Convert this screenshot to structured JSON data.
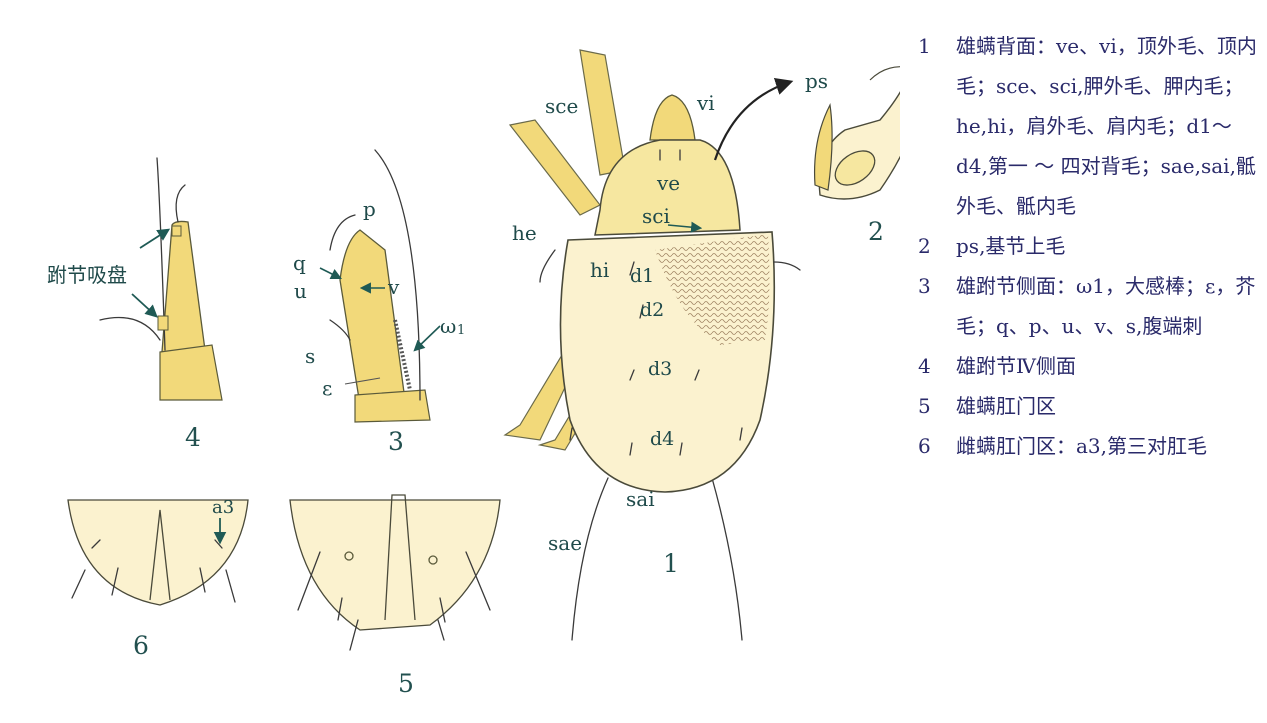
{
  "figure": {
    "panel_numbers": {
      "p1": "1",
      "p2": "2",
      "p3": "3",
      "p4": "4",
      "p5": "5",
      "p6": "6"
    },
    "fig1_labels": {
      "vi": "vi",
      "ve": "ve",
      "sce": "sce",
      "sci": "sci",
      "he": "he",
      "hi": "hi",
      "d1": "d1",
      "d2": "d2",
      "d3": "d3",
      "d4": "d4",
      "sai": "sai",
      "sae": "sae"
    },
    "fig2_labels": {
      "ps": "ps"
    },
    "fig3_labels": {
      "p": "p",
      "q": "q",
      "v": "v",
      "u": "u",
      "s": "s",
      "epsilon": "ε",
      "omega": "ω",
      "omega_sub": "1"
    },
    "fig4_labels": {
      "sucker": "跗节吸盘"
    },
    "fig6_labels": {
      "a3": "a3"
    }
  },
  "legend": [
    {
      "num": "1",
      "text": "雄螨背面：ve、vi，顶外毛、顶内毛；sce、sci,胛外毛、胛内毛；he,hi，肩外毛、肩内毛；d1～d4,第一 ～ 四对背毛；sae,sai,骶外毛、骶内毛"
    },
    {
      "num": "2",
      "text": "ps,基节上毛"
    },
    {
      "num": "3",
      "text": "雄跗节侧面：ω1，大感棒；ε，芥毛；q、p、u、v、s,腹端刺"
    },
    {
      "num": "4",
      "text": "雄跗节Ⅳ侧面"
    },
    {
      "num": "5",
      "text": "雄螨肛门区"
    },
    {
      "num": "6",
      "text": "雌螨肛门区：a3,第三对肛毛"
    }
  ],
  "colors": {
    "body_fill": "#f6e7a0",
    "leg_fill": "#f2d97a",
    "text": "#1f4a4a",
    "legend_text": "#2a2a6a",
    "arrow": "#1f5a55"
  }
}
